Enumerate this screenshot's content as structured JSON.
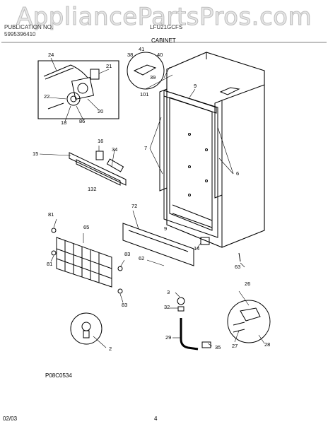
{
  "watermark": "AppliancePartsPros.com",
  "header": {
    "line1_left": "PUBLICATION NO.",
    "line1_right": "LFU21GCFS",
    "line2_left": "5995396410",
    "title": "CABINET"
  },
  "callouts": [
    "24",
    "21",
    "22",
    "20",
    "18",
    "86",
    "41",
    "38",
    "40",
    "39",
    "101",
    "9",
    "7",
    "6",
    "16",
    "34",
    "15",
    "132",
    "72",
    "81",
    "65",
    "9",
    "14",
    "62",
    "83",
    "81",
    "83",
    "63",
    "3",
    "32",
    "26",
    "29",
    "35",
    "27",
    "28",
    "2"
  ],
  "footer": {
    "drawing_code": "P08C0534",
    "date": "02/03",
    "page": "4"
  }
}
